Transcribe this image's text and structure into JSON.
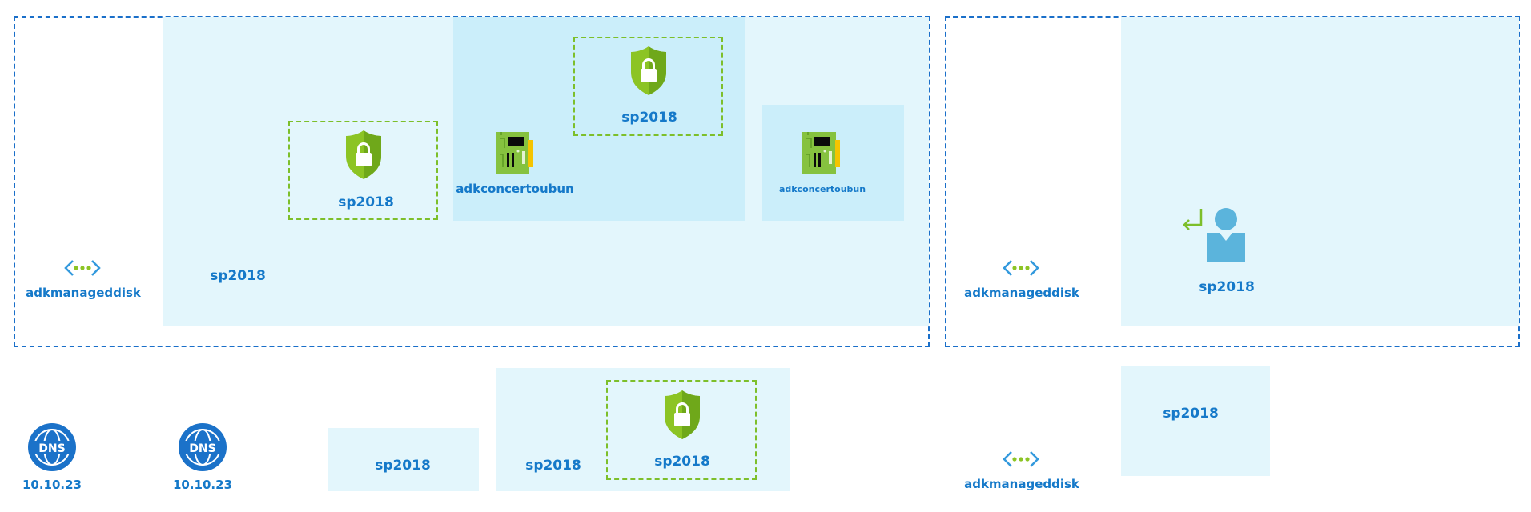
{
  "colors": {
    "dashed_border_blue": "#1a6fc9",
    "dashed_border_green": "#7dbf2a",
    "region_light": "#e3f6fc",
    "region_mid": "#cbeefa",
    "label_text": "#1579c9",
    "shield_green": "#8cc424",
    "dns_blue": "#1b72c9",
    "user_blue": "#5bb4dc"
  },
  "groups": {
    "left_vnet": {
      "vnet_label": "adkmanageddisk",
      "subnet_label": "sp2018",
      "nsg_a_label": "sp2018",
      "nsg_b_label": "sp2018",
      "nic_a_label": "adkconcertoubun",
      "nic_b_label": "adkconcertoubun"
    },
    "right_vnet": {
      "vnet_label": "adkmanageddisk",
      "user_label": "sp2018"
    }
  },
  "bottom": {
    "dns_a_label": "10.10.23",
    "dns_b_label": "10.10.23",
    "subnet_small_label": "sp2018",
    "subnet_wide_label": "sp2018",
    "nsg_label": "sp2018",
    "vnet_label": "adkmanageddisk",
    "subnet_right_label": "sp2018"
  },
  "icons": [
    "vnet-icon",
    "shield-lock-icon",
    "nic-icon",
    "user-icon",
    "dns-globe-icon"
  ]
}
